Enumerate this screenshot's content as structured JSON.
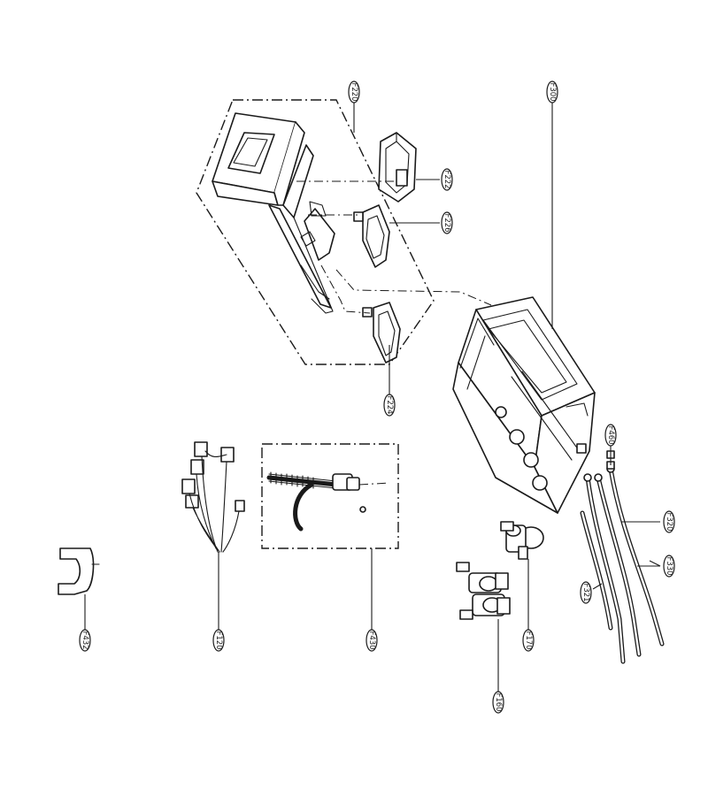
{
  "diagram": {
    "callouts": [
      {
        "id": "220",
        "label": "F220"
      },
      {
        "id": "222",
        "label": "F222"
      },
      {
        "id": "226",
        "label": "F226"
      },
      {
        "id": "224",
        "label": "F224"
      },
      {
        "id": "300",
        "label": "F300"
      },
      {
        "id": "460",
        "label": "F460"
      },
      {
        "id": "320",
        "label": "F320"
      },
      {
        "id": "330",
        "label": "F330"
      },
      {
        "id": "321",
        "label": "F321"
      },
      {
        "id": "170",
        "label": "F170"
      },
      {
        "id": "160",
        "label": "F160"
      },
      {
        "id": "430",
        "label": "F430"
      },
      {
        "id": "120",
        "label": "F120"
      },
      {
        "id": "432",
        "label": "F432"
      }
    ]
  }
}
